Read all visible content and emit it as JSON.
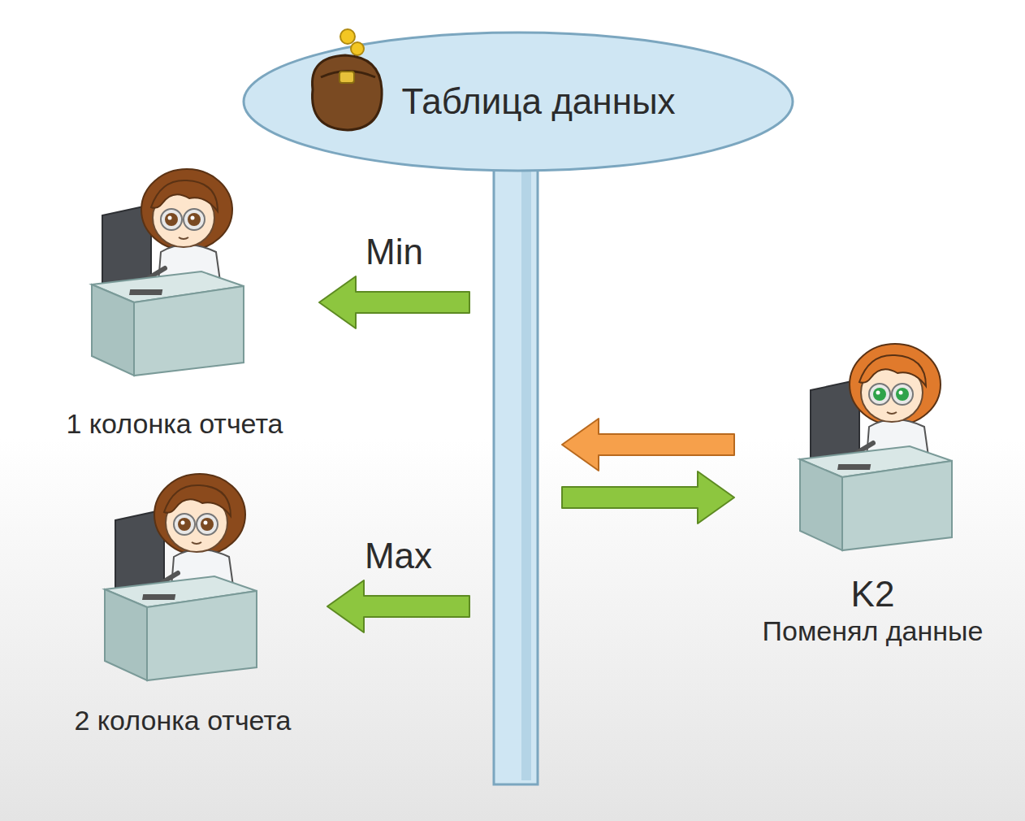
{
  "diagram": {
    "nodes": [
      {
        "text": [
          "Таблица данных"
        ]
      },
      {
        "text": [
          "1 колонка отчета"
        ]
      },
      {
        "text": [
          "2 колонка отчета"
        ]
      },
      {
        "text": [
          "K2",
          "Поменял данные"
        ]
      }
    ],
    "edges": [
      {
        "from": 0,
        "to": 1,
        "arrow": "to",
        "label": "Min"
      },
      {
        "from": 0,
        "to": 2,
        "arrow": "to",
        "label": "Max"
      },
      {
        "from": 3,
        "to": 0,
        "arrow": "to"
      },
      {
        "from": 0,
        "to": 3,
        "arrow": "to"
      }
    ]
  }
}
